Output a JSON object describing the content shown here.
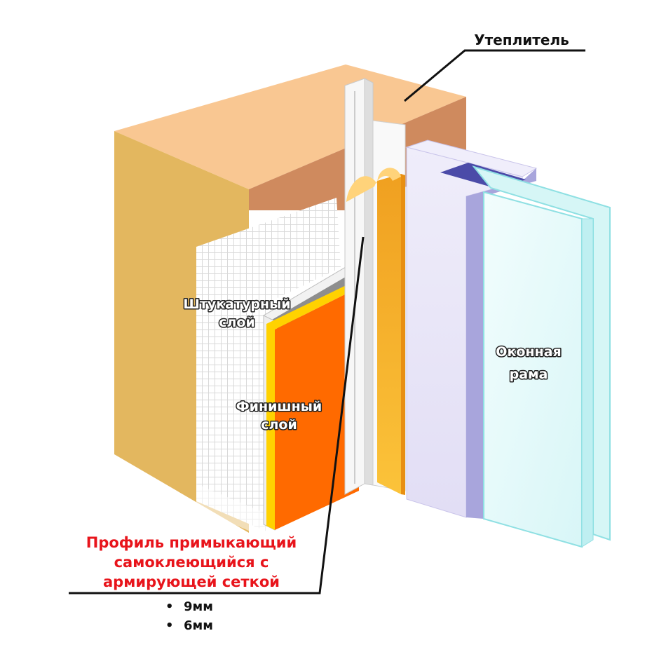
{
  "labels": {
    "insulation": "Утеплитель",
    "plaster_line1": "Штукатурный",
    "plaster_line2": "слой",
    "finish_line1": "Финишный",
    "finish_line2": "слой",
    "window_line1": "Оконная",
    "window_line2": "рама",
    "profile_line1": "Профиль примыкающий",
    "profile_line2": "самоклеющийся с",
    "profile_line3": "армирующей сеткой"
  },
  "sizes": [
    {
      "bullet": "•",
      "text": "9мм"
    },
    {
      "bullet": "•",
      "text": "6мм"
    }
  ],
  "colors": {
    "profile_text": "#e8141b",
    "insulation_front": "#e3b75f",
    "insulation_top": "#f9c792",
    "insulation_side": "#cf8a5e",
    "finish_layer": "#ff6a00",
    "window_frame": "#e6e2f7",
    "glass": "#e6fbfb"
  }
}
